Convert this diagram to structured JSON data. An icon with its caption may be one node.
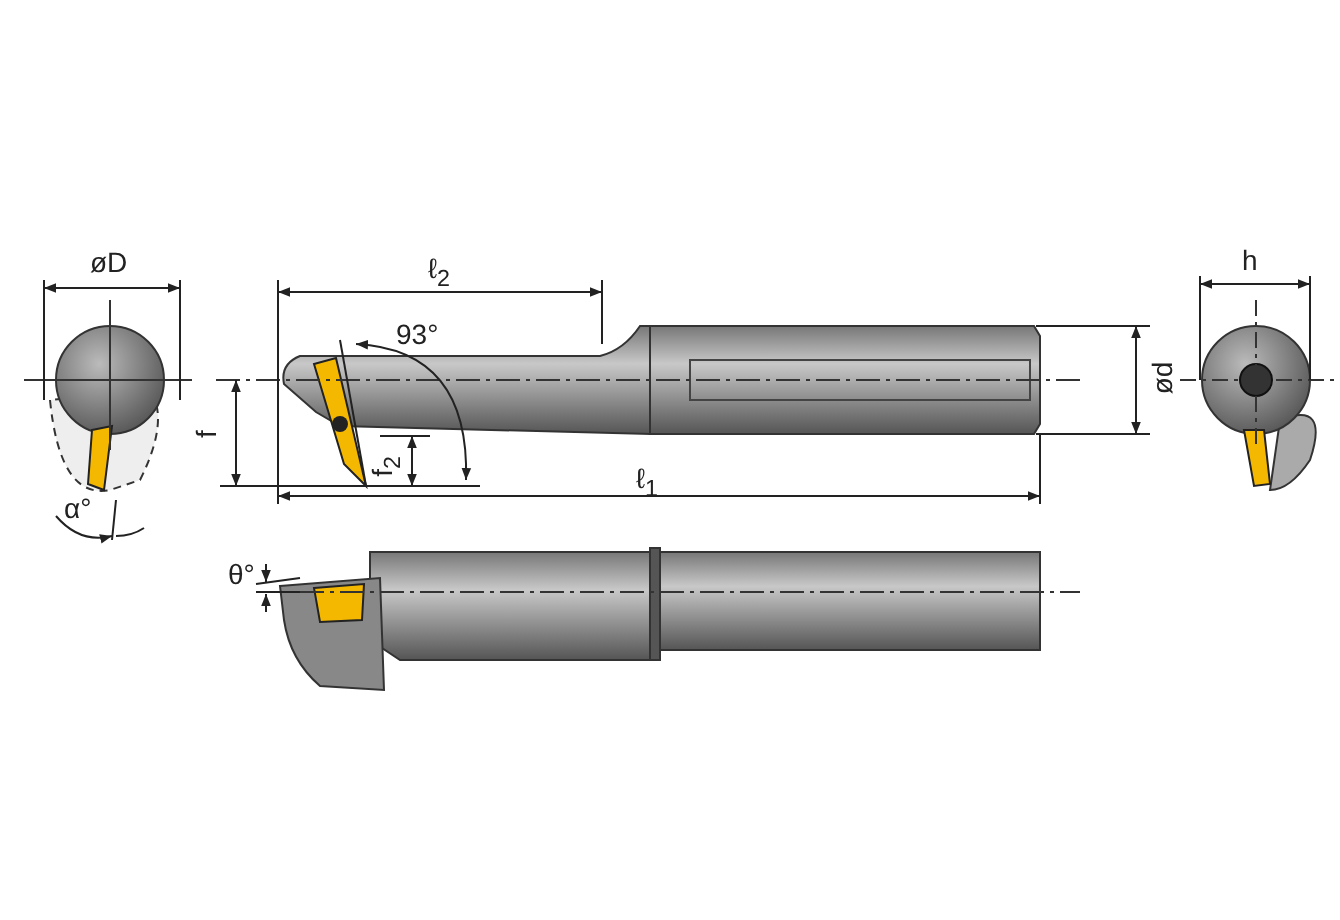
{
  "diagram": {
    "labels": [
      "øD",
      "ℓ$_{2}$",
      "h",
      "93°",
      "ød",
      "f",
      "f$_{2}$",
      "ℓ$_{1}$",
      "α°",
      "θ°"
    ]
  }
}
